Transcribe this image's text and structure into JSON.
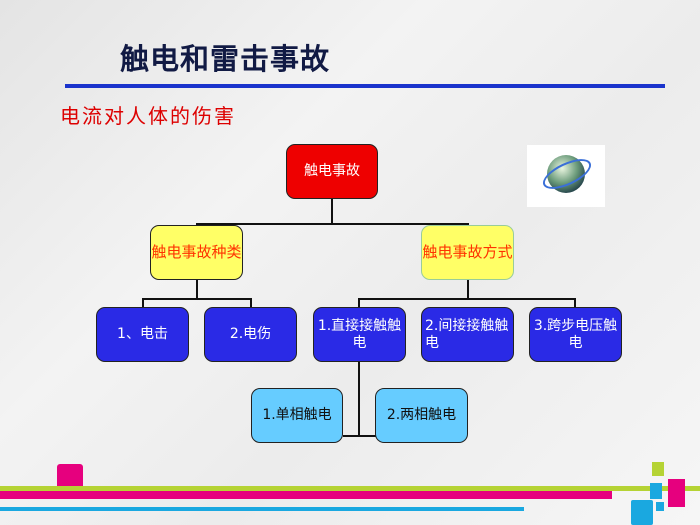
{
  "slide": {
    "title": "触电和雷击事故",
    "subtitle": "电流对人体的伤害"
  },
  "diagram": {
    "root": "触电事故",
    "level1": [
      "触电事故种类",
      "触电事故方式"
    ],
    "types": [
      "1、电击",
      "2.电伤"
    ],
    "modes": [
      "1.直接接触触电",
      "2.间接接触触电",
      "3.跨步电压触电"
    ],
    "direct": [
      "1.单相触电",
      "2.两相触电"
    ]
  },
  "colors": {
    "root": "#ee0000",
    "level1": "#ffff66",
    "level2": "#2a2ae6",
    "level3": "#66ccff",
    "accent_line": "#1a33cc",
    "pink": "#e6007e",
    "lime": "#b5d334",
    "cyan": "#1aa8e0"
  }
}
